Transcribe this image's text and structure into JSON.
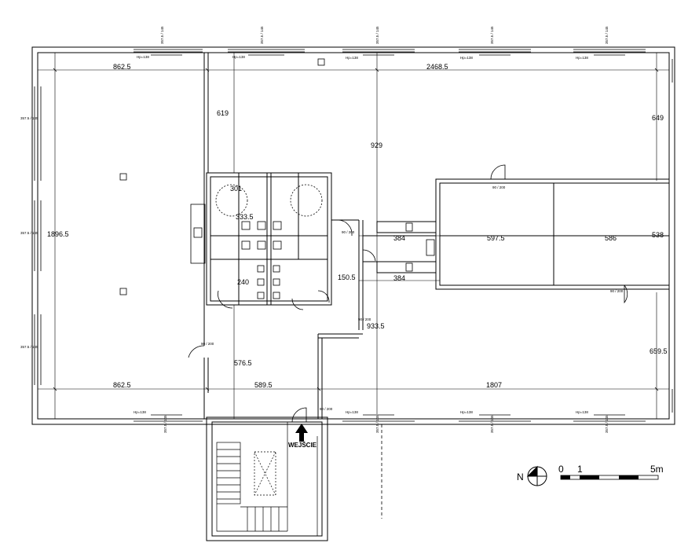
{
  "dimensions": {
    "d_862_top": "862.5",
    "d_2468": "2468.5",
    "d_619": "619",
    "d_649": "649",
    "d_929": "929",
    "d_1896": "1896.5",
    "d_301": "301",
    "d_333": "333.5",
    "d_384_a": "384",
    "d_5975": "597.5",
    "d_586": "586",
    "d_538": "538",
    "d_384_b": "384",
    "d_1505": "150.5",
    "d_240": "240",
    "d_9335": "933.5",
    "d_5765": "576.5",
    "d_6595": "659.5",
    "d_862_bot": "862.5",
    "d_5895": "589.5",
    "d_1807": "1807"
  },
  "window_tags": {
    "window_size": "357.5 / 145",
    "sill_height": "Hp=138"
  },
  "door_tags": {
    "door_size": "90 / 200"
  },
  "entrance": {
    "label": "WEJŚCIE"
  },
  "north": {
    "label": "N"
  },
  "scale": {
    "label_0": "0",
    "label_1": "1",
    "label_5": "5m"
  },
  "colors": {
    "line": "#000000",
    "background": "#ffffff"
  }
}
